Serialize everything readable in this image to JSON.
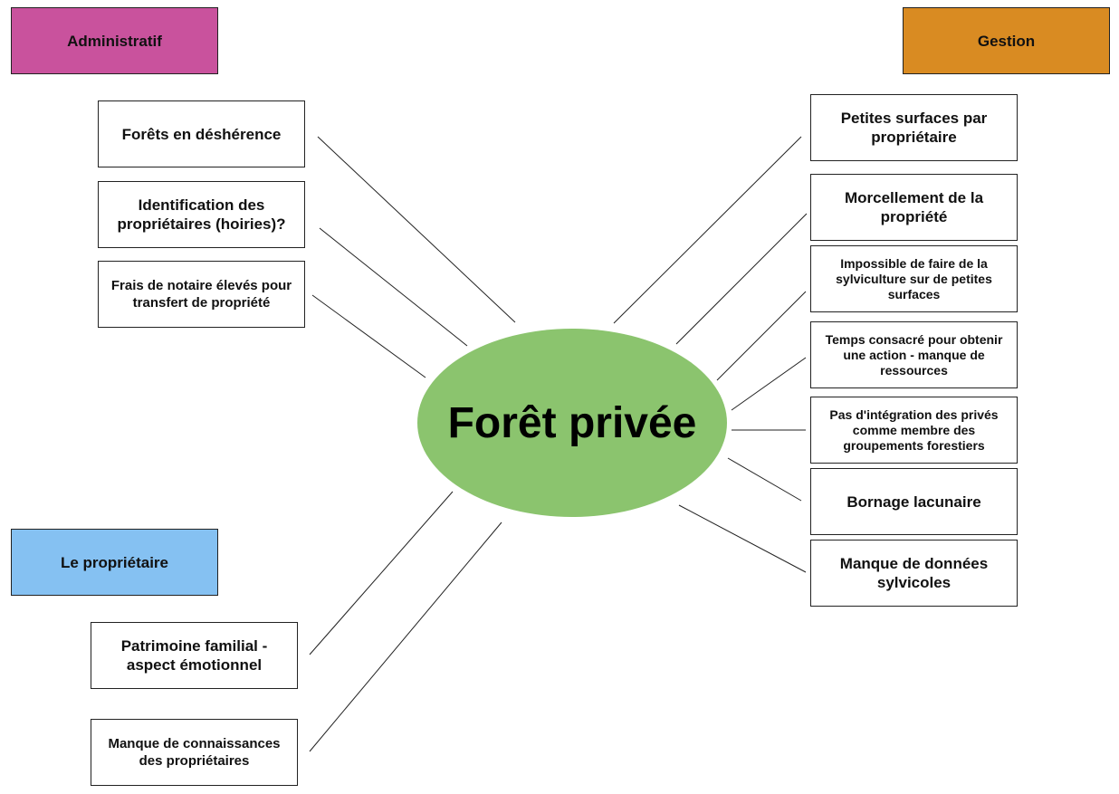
{
  "center": "Forêt privée",
  "categories": {
    "admin": "Administratif",
    "gestion": "Gestion",
    "proprietaire": "Le propriétaire"
  },
  "colors": {
    "admin": "#C9529D",
    "gestion": "#D98B22",
    "proprietaire": "#85C1F2",
    "center": "#8BC46E"
  },
  "admin_items": [
    "Forêts en déshérence",
    "Identification des propriétaires (hoiries)?",
    "Frais de notaire élevés pour transfert de propriété"
  ],
  "proprietaire_items": [
    "Patrimoine familial - aspect émotionnel",
    "Manque de connaissances des propriétaires"
  ],
  "gestion_items": [
    "Petites surfaces par propriétaire",
    "Morcellement de la propriété",
    "Impossible de faire de la sylviculture sur de petites surfaces",
    "Temps consacré pour obtenir une action - manque de ressources",
    "Pas d'intégration des privés comme membre des groupements forestiers",
    "Bornage lacunaire",
    "Manque de données sylvicoles"
  ]
}
